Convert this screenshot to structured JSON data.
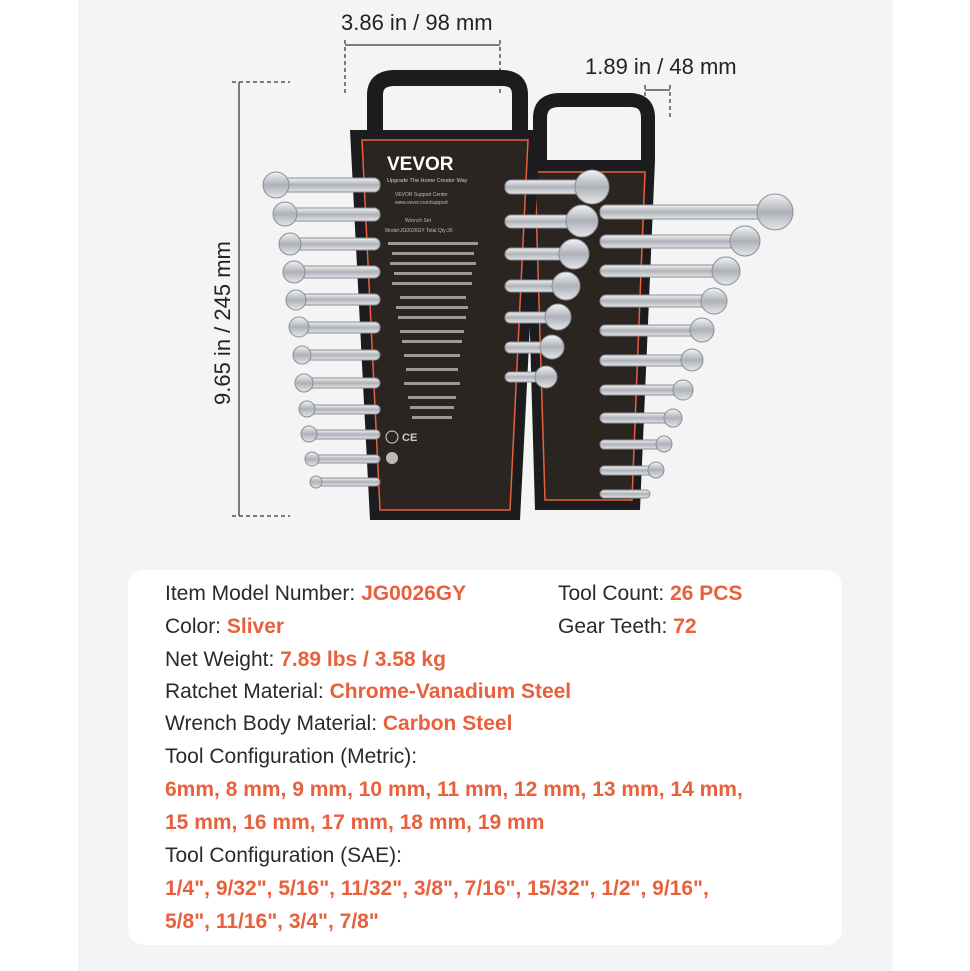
{
  "dimensions": {
    "width": "3.86 in / 98 mm",
    "depth": "1.89 in / 48 mm",
    "height": "9.65 in / 245 mm"
  },
  "product": {
    "brand": "VEVOR",
    "tagline": "Upgrade The Home Creator Way",
    "label_lines": [
      "VEVOR Support Center",
      "www.vevor.com/support",
      "Wrench Set",
      "Model:JG0026GY  Total Qty:26"
    ]
  },
  "specs": {
    "model": {
      "label": "Item Model Number:",
      "value": "JG0026GY"
    },
    "tool_count": {
      "label": "Tool Count:",
      "value": "26 PCS"
    },
    "color": {
      "label": "Color:",
      "value": "Sliver"
    },
    "gear_teeth": {
      "label": "Gear Teeth:",
      "value": "72"
    },
    "net_weight": {
      "label": "Net Weight:",
      "value": "7.89 lbs / 3.58 kg"
    },
    "ratchet_material": {
      "label": "Ratchet Material:",
      "value": "Chrome-Vanadium Steel"
    },
    "body_material": {
      "label": "Wrench Body Material:",
      "value": "Carbon Steel"
    },
    "metric": {
      "label": "Tool Configuration (Metric):",
      "line1": "6mm, 8 mm, 9 mm, 10 mm, 11 mm, 12 mm, 13 mm, 14 mm,",
      "line2": "15 mm, 16 mm, 17 mm, 18 mm, 19 mm"
    },
    "sae": {
      "label": "Tool Configuration (SAE):",
      "line1": "1/4\", 9/32\", 5/16\", 11/32\", 3/8\", 7/16\", 15/32\", 1/2\", 9/16\",",
      "line2": "5/8\", 11/16\", 3/4\", 7/8\""
    }
  },
  "colors": {
    "accent": "#e8603c",
    "holder": "#1c1c1e",
    "label": "#2b2522",
    "steel": "#c9ccd1"
  }
}
